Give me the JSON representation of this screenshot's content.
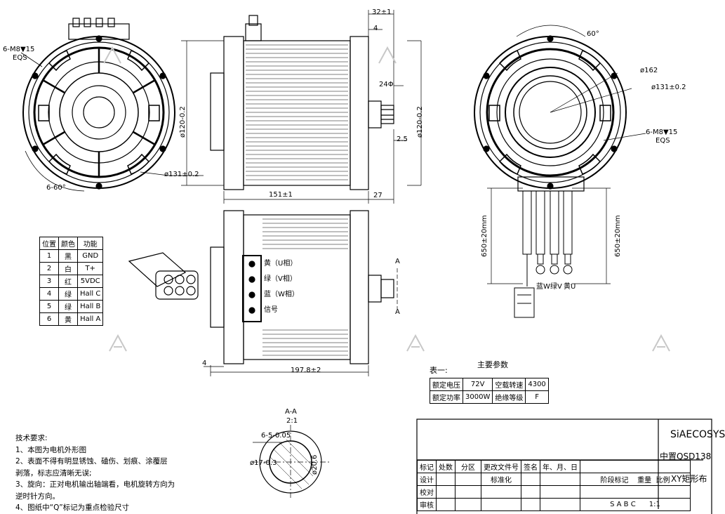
{
  "watermark_logo": "SiAECOSYS",
  "left_view": {
    "bolt_spec_line1": "6-M8▼15",
    "bolt_spec_line2": "EQS",
    "angle": "6-60°",
    "diameter": "ø131±0.2",
    "mark": "Q"
  },
  "side_view": {
    "dim_top": "32±1",
    "dim_4": "4",
    "dim_24": "24Φ",
    "dim_25": "2.5",
    "dim_dia_left": "ø120-0.2",
    "dim_dia_right": "ø120-0.2",
    "dim_151": "151±1",
    "dim_27": "27",
    "mark": "Q"
  },
  "right_view": {
    "angle": "60°",
    "dia_162": "ø162",
    "dia_131": "ø131±0.2",
    "bolt_spec_line1": "6-M8▼15",
    "bolt_spec_line2": "EQS",
    "len1": "650±20mm",
    "len2": "650±20mm",
    "wire_labels": [
      "蓝W",
      "绿V",
      "黄U"
    ]
  },
  "bottom_view": {
    "phase_labels": [
      "黄（U相）",
      "绿（V相）",
      "蓝（W相）",
      "信号"
    ],
    "section_a": "A",
    "dim_4": "4",
    "dim_1978": "197.8±2"
  },
  "pin_table": {
    "headers": [
      "位置",
      "颜色",
      "功能"
    ],
    "rows": [
      [
        "1",
        "黑",
        "GND"
      ],
      [
        "2",
        "白",
        "T+"
      ],
      [
        "3",
        "红",
        "5VDC"
      ],
      [
        "4",
        "绿",
        "Hall C"
      ],
      [
        "5",
        "绿",
        "Hall B"
      ],
      [
        "6",
        "黄",
        "Hall A"
      ]
    ],
    "mark": "Q"
  },
  "params": {
    "title": "主要参数",
    "table_label": "表一:",
    "rows": [
      [
        "额定电压",
        "72V",
        "空载转速",
        "4300"
      ],
      [
        "额定功率",
        "3000W",
        "绝缘等级",
        "F"
      ]
    ]
  },
  "section": {
    "title": "A-A",
    "scale": "2:1",
    "key": "6-5-0.05",
    "dia_17": "ø17-0.3",
    "dia_20": "ø20.6"
  },
  "requirements": {
    "title": "技术要求:",
    "items": [
      "1、本图为电机外形图",
      "2、表面不得有明显锈蚀、磕伤、划痕、涂覆层",
      "   剥落，标志应清晰无误;",
      "3、旋向：正对电机输出轴端看，电机旋转方向为",
      "   逆时针方向。",
      "4、图纸中“Q”标记为重点检验尺寸"
    ]
  },
  "title_block": {
    "company": "SiAECOSYS",
    "product": "中置QSD138",
    "desc": "XY矩形布",
    "row1": [
      "标记",
      "处数",
      "分区",
      "更改文件号",
      "签名",
      "年、月、日"
    ],
    "design": "设计",
    "standard": "标准化",
    "check": "校对",
    "review": "审核",
    "stage": "阶段标记",
    "weight": "重量",
    "ratio": "比例",
    "stages": [
      "S",
      "A",
      "B",
      "C"
    ],
    "scale_value": "1:1"
  }
}
